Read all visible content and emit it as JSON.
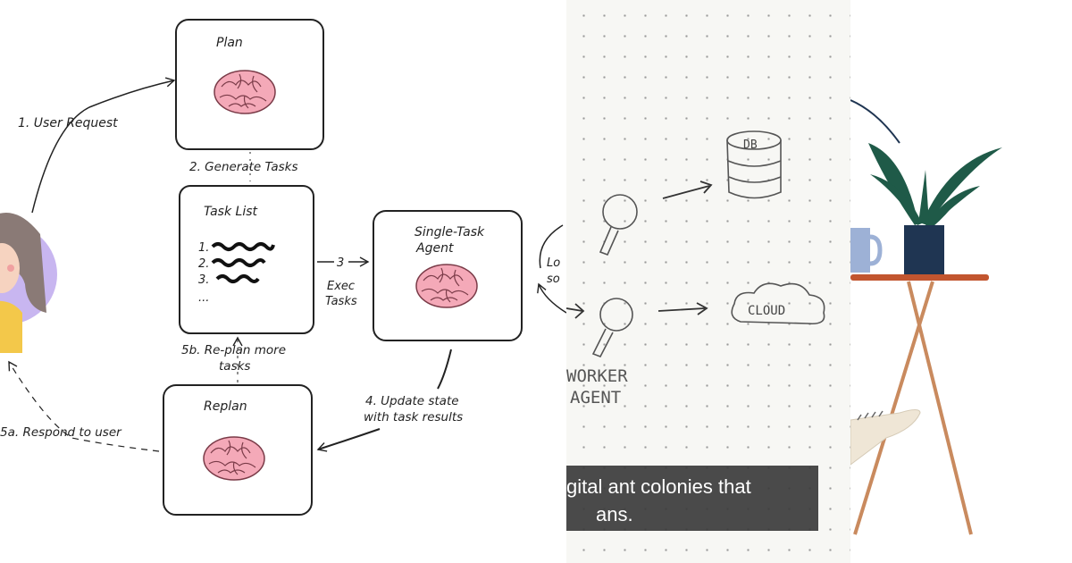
{
  "diagram": {
    "user_request": "1. User Request",
    "plan_title": "Plan",
    "generate_tasks": "2. Generate Tasks",
    "task_list_title": "Task List",
    "task_items": [
      "1.",
      "2.",
      "3.",
      "..."
    ],
    "exec_number": "3",
    "exec_line1": "Exec",
    "exec_line2": "Tasks",
    "agent_line1": "Single-Task",
    "agent_line2": "Agent",
    "loop_fragment_1": "Lo",
    "loop_fragment_2": "so",
    "replan_more_line1": "5b. Re-plan more",
    "replan_more_line2": "tasks",
    "update_line1": "4. Update state",
    "update_line2": "with task results",
    "replan_title": "Replan",
    "respond_user": "5a. Respond to user"
  },
  "sketch": {
    "db_label": "DB",
    "cloud_label": "CLOUD",
    "worker_line1": "WORKER",
    "worker_line2": "AGENT",
    "caption_line1": "gital ant colonies that",
    "caption_line2": "ans."
  },
  "colors": {
    "brain": "#f4a9b8",
    "brain_stroke": "#7a3b48",
    "avatar_ring": "#c8b6f0",
    "hair": "#8a7a76",
    "pot": "#1f3552",
    "leaf": "#1f5a48",
    "table_top": "#c2552f",
    "table_legs": "#c98a5e",
    "mug": "#9db1d6",
    "caption_bg": "#3c3c3c"
  }
}
